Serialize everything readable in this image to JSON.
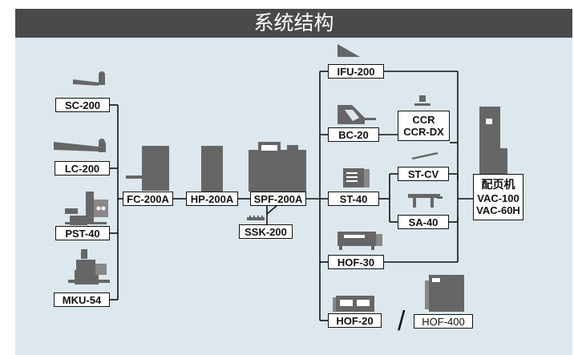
{
  "title": "系统结构",
  "colors": {
    "title_bar": "#4b4a4b",
    "background": "#dde8ee",
    "device_gray": "#666666",
    "box_border": "#111111"
  },
  "modules": {
    "sc200": "SC-200",
    "lc200": "LC-200",
    "pst40": "PST-40",
    "mku54": "MKU-54",
    "fc200a": "FC-200A",
    "hp200a": "HP-200A",
    "spf200a": "SPF-200A",
    "ssk200": "SSK-200",
    "ifu200": "IFU-200",
    "bc20": "BC-20",
    "ccr": "CCR",
    "ccrdx": "CCR-DX",
    "st40": "ST-40",
    "stcv": "ST-CV",
    "sa40": "SA-40",
    "hof30": "HOF-30",
    "hof20": "HOF-20",
    "hof400": "HOF-400",
    "separator": "/"
  },
  "collator": {
    "name": "配页机",
    "model1": "VAC-100",
    "model2": "VAC-60H"
  }
}
